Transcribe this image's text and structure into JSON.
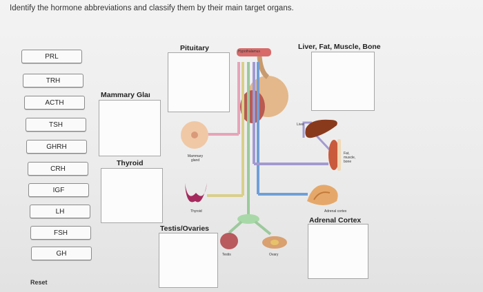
{
  "instruction": "Identify the hormone abbreviations and classify them by their main target organs.",
  "hormones": [
    "PRL",
    "TRH",
    "ACTH",
    "TSH",
    "GHRH",
    "CRH",
    "IGF",
    "LH",
    "FSH",
    "GH"
  ],
  "targets": {
    "pituitary": "Pituitary",
    "liver_fat_muscle_bone": "Liver, Fat, Muscle, Bone",
    "mammary": "Mammary Glaı",
    "thyroid": "Thyroid",
    "testis_ovaries": "Testis/Ovaries",
    "adrenal_cortex": "Adrenal Cortex"
  },
  "diagram_labels": {
    "hypothalamus": "Hypothalamus",
    "liver": "Liver",
    "mammary_gland": "Mammary gland",
    "thyroid": "Thyroid",
    "fat_muscle_bone": "Fat, muscle, bone",
    "adrenal_cortex": "Adrenal cortex",
    "testis": "Testis",
    "ovary": "Ovary"
  },
  "reset_label": "Reset",
  "colors": {
    "pink_path": "#e6a4b8",
    "blue_path": "#6f9fd8",
    "purple_path": "#a39ad0",
    "yellow_path": "#d9cf8a",
    "green_path": "#9cc99c",
    "teal_path": "#6fc3c8"
  }
}
